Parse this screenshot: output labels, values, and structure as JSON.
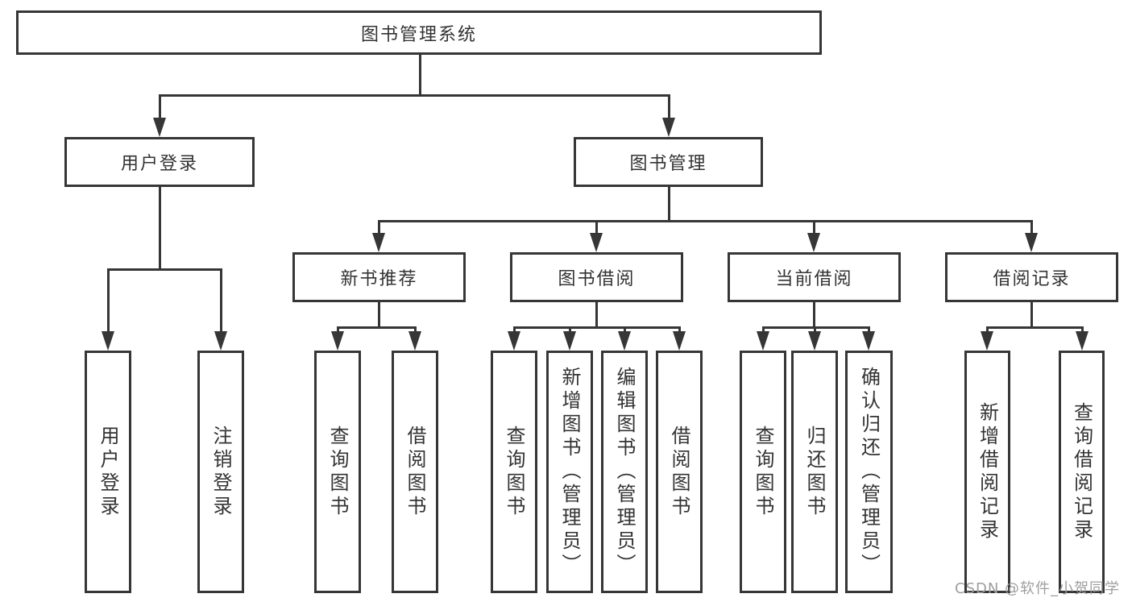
{
  "diagram": {
    "root_label": "图书管理系统",
    "level2": {
      "user_login": "用户登录",
      "book_mgmt": "图书管理"
    },
    "level3": {
      "new_books": "新书推荐",
      "borrowing": "图书借阅",
      "current": "当前借阅",
      "records": "借阅记录"
    },
    "leaves": {
      "user_login": [
        "用户登录",
        "注销登录"
      ],
      "new_books": [
        "查询图书",
        "借阅图书"
      ],
      "borrowing": [
        "查询图书",
        "新增图书（管理员）",
        "编辑图书（管理员）",
        "借阅图书"
      ],
      "current": [
        "查询图书",
        "归还图书",
        "确认归还（管理员）"
      ],
      "records": [
        "新增借阅记录",
        "查询借阅记录"
      ]
    },
    "watermark": "CSDN @软件_小贺同学",
    "colors": {
      "line": "#363636",
      "text": "#333333",
      "watermark": "#9e9e9e"
    }
  }
}
